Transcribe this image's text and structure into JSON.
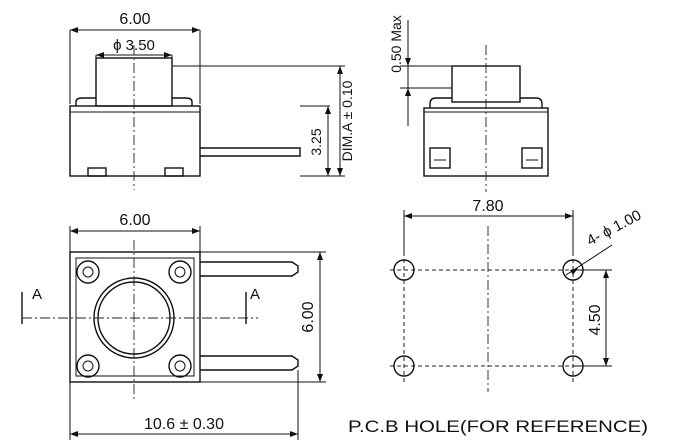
{
  "dimensions": {
    "top_front_width": "6.00",
    "actuator_diameter": "ϕ 3.50",
    "height": "3.25",
    "dim_a": "DIM.A ± 0.10",
    "max_travel": "0.50 Max",
    "top_view_width": "6.00",
    "top_view_height": "6.00",
    "overall_length": "10.6 ± 0.30",
    "pcb_pitch_x": "7.80",
    "pcb_pitch_y": "4.50",
    "hole_dia": "4- ϕ 1.00"
  },
  "section_mark": "A",
  "pcb_caption": "P.C.B HOLE(FOR REFERENCE)"
}
